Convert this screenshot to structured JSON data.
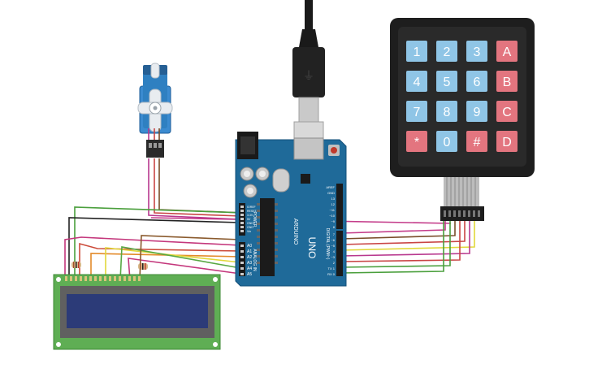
{
  "keypad": {
    "keys": [
      [
        "1",
        "2",
        "3",
        "A"
      ],
      [
        "4",
        "5",
        "6",
        "B"
      ],
      [
        "7",
        "8",
        "9",
        "C"
      ],
      [
        "*",
        "0",
        "#",
        "D"
      ]
    ],
    "digit_color": "#8fc5e6",
    "letter_color": "#e3757f",
    "text_color": "#ffffff"
  },
  "arduino": {
    "brand": "ARDUINO",
    "model": "UNO",
    "power_label": "POWER",
    "analog_label": "ANALOG IN",
    "digital_label": "DIGITAL (PWM~)",
    "analog_pins": [
      "A0",
      "A1",
      "A2",
      "A3",
      "A4",
      "A5"
    ],
    "power_pins": [
      "IOREF",
      "RESET",
      "3.3V",
      "5V",
      "GND",
      "GND",
      "Vin"
    ],
    "top_pins": [
      "AREF",
      "GND",
      "13",
      "12",
      "~11",
      "~10",
      "~9",
      "8"
    ],
    "bottom_pins": [
      "7",
      "~6",
      "~5",
      "4",
      "~3",
      "2",
      "TX 1",
      "RX 0"
    ],
    "board_color": "#1f6a99"
  },
  "lcd": {
    "pcb_color": "#5fae54",
    "screen_color": "#2c3b78"
  },
  "servo": {
    "body_color": "#2f80c1"
  }
}
